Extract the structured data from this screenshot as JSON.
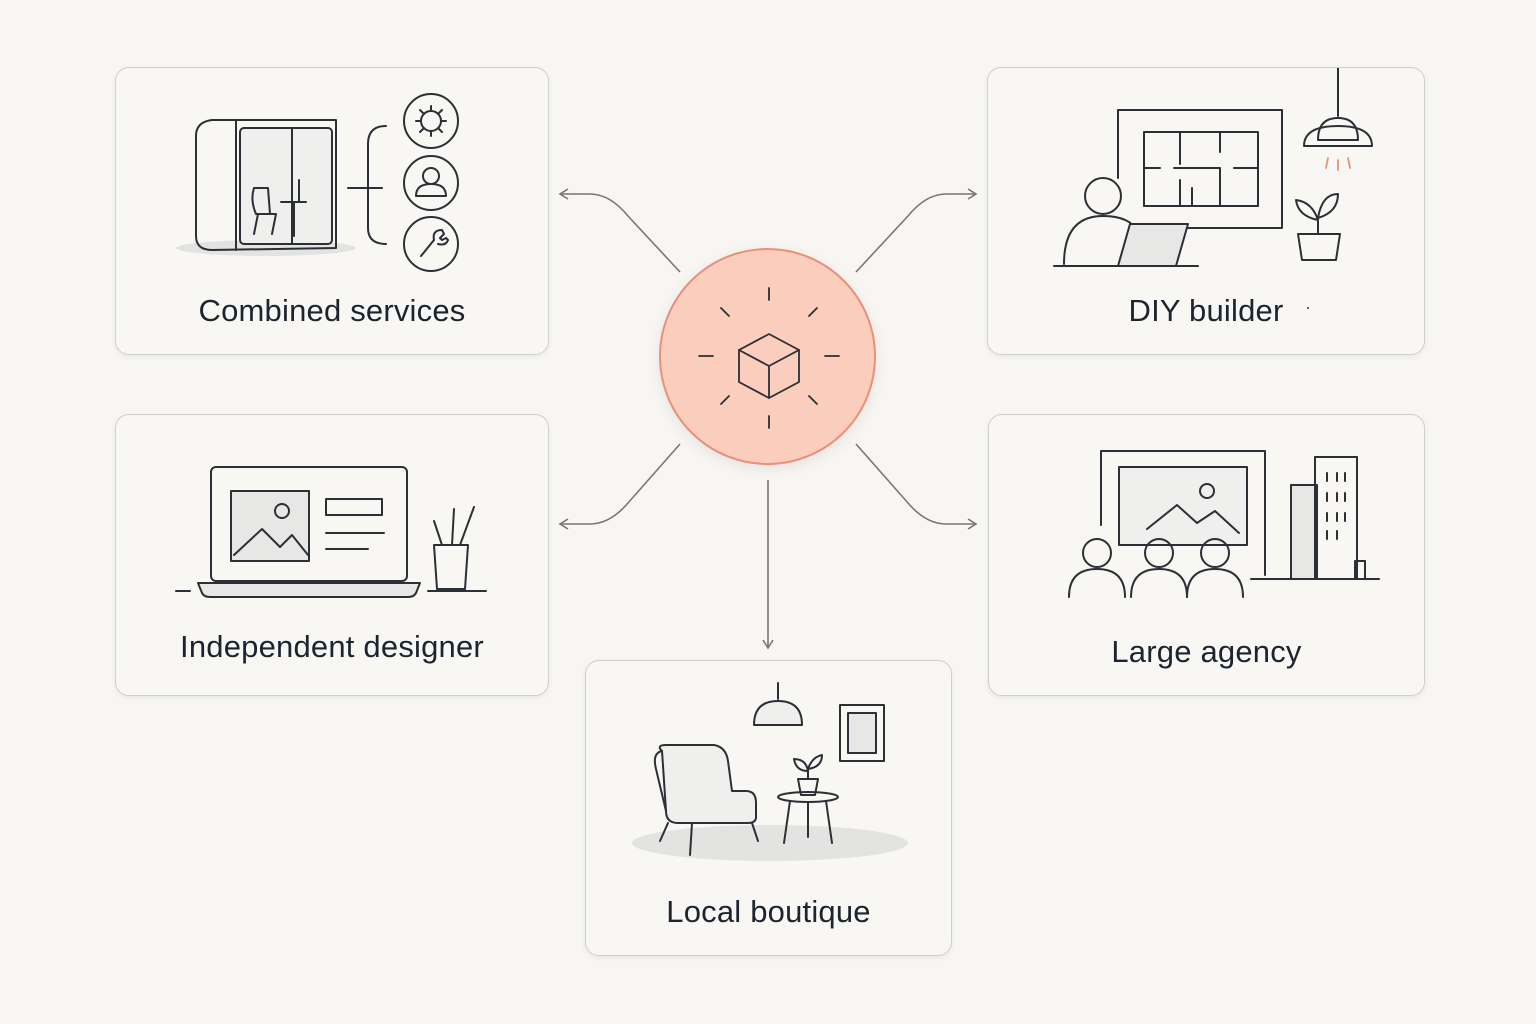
{
  "hub": {
    "icon": "cube-burst-icon",
    "color": "#fbcdbd",
    "border_color": "#e8907a"
  },
  "cards": {
    "combined": {
      "label": "Combined services",
      "icon": "office-pod-services-icon"
    },
    "diy": {
      "label": "DIY builder",
      "icon": "floorplan-laptop-icon"
    },
    "independent": {
      "label": "Independent designer",
      "icon": "laptop-moodboard-icon"
    },
    "agency": {
      "label": "Large agency",
      "icon": "team-presentation-icon"
    },
    "boutique": {
      "label": "Local boutique",
      "icon": "armchair-lounge-icon"
    }
  },
  "colors": {
    "background": "#f7f6f2",
    "line": "#2b2f36",
    "accent": "#e8907a",
    "connector": "#777777"
  }
}
